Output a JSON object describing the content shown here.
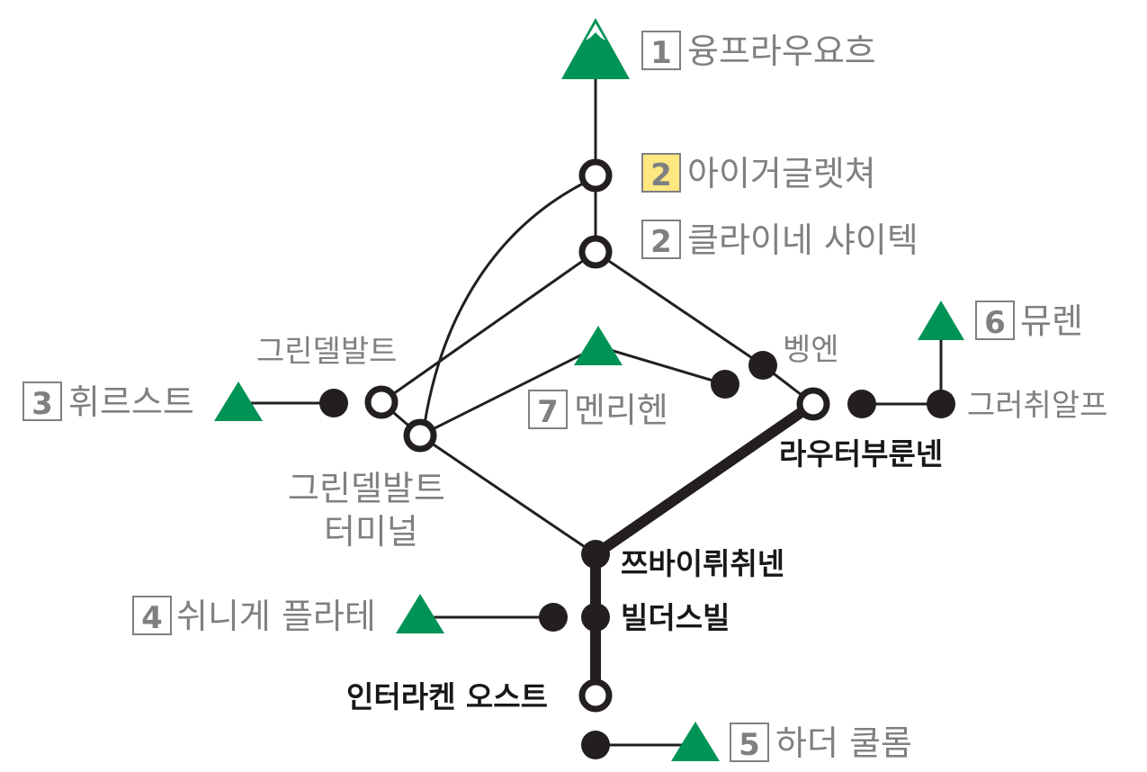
{
  "colors": {
    "peak": "#009356",
    "line": "#231f20",
    "label": "#808083",
    "highlight": "#fde882"
  },
  "destinations": [
    {
      "num": "1",
      "name": "융프라우요흐"
    },
    {
      "num": "2",
      "name": "아이거글렛쳐",
      "highlighted": true
    },
    {
      "num": "2",
      "name": "클라이네 샤이텍"
    },
    {
      "num": "3",
      "name": "휘르스트"
    },
    {
      "num": "4",
      "name": "쉬니게 플라테"
    },
    {
      "num": "5",
      "name": "하더 쿨롬"
    },
    {
      "num": "6",
      "name": "뮤렌"
    },
    {
      "num": "7",
      "name": "멘리헨"
    }
  ],
  "stations": {
    "grindelwald": "그린델발트",
    "grindelwald_terminal_1": "그린델발트",
    "grindelwald_terminal_2": "터미널",
    "wengen": "벵엔",
    "grutschalp": "그러취알프",
    "lauterbrunnen": "라우터부룬넨",
    "zweilutschinen": "쯔바이뤼취넨",
    "wilderswil": "빌더스빌",
    "interlaken_ost": "인터라켄 오스트"
  }
}
